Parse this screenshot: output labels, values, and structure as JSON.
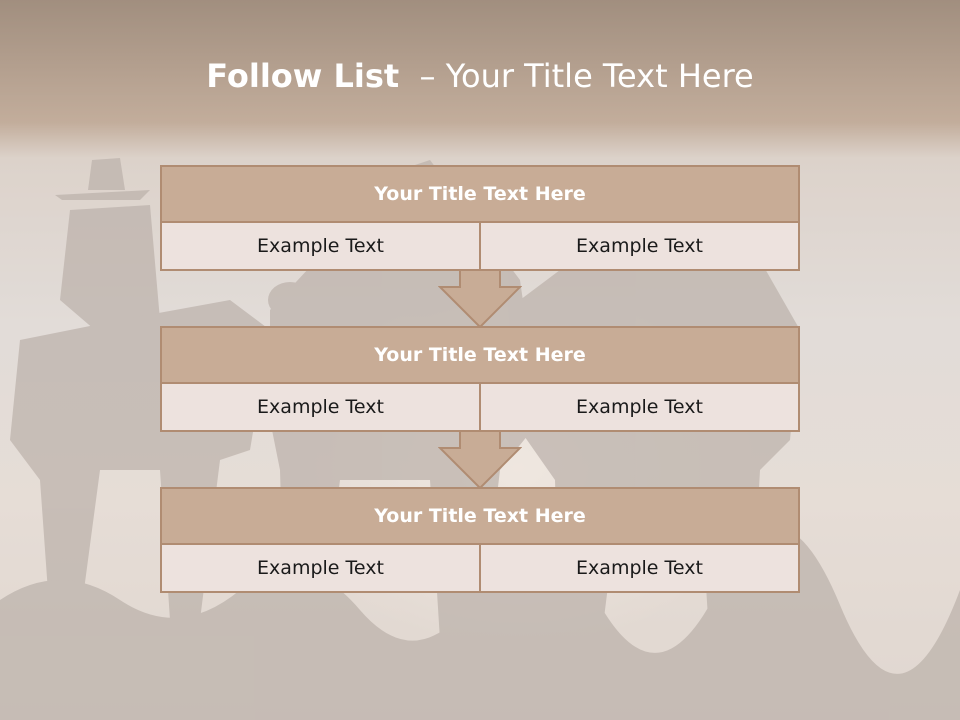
{
  "slide": {
    "title_bold": "Follow List",
    "title_rest": "  – Your Title Text Here"
  },
  "blocks": [
    {
      "title": "Your Title Text Here",
      "left": "Example Text",
      "right": "Example Text"
    },
    {
      "title": "Your Title Text Here",
      "left": "Example Text",
      "right": "Example Text"
    },
    {
      "title": "Your Title Text Here",
      "left": "Example Text",
      "right": "Example Text"
    }
  ],
  "colors": {
    "header_band": "#9a7d66",
    "block_title_fill": "#c8ac96",
    "block_border": "#b08c72",
    "cell_fill": "#ede2de"
  }
}
